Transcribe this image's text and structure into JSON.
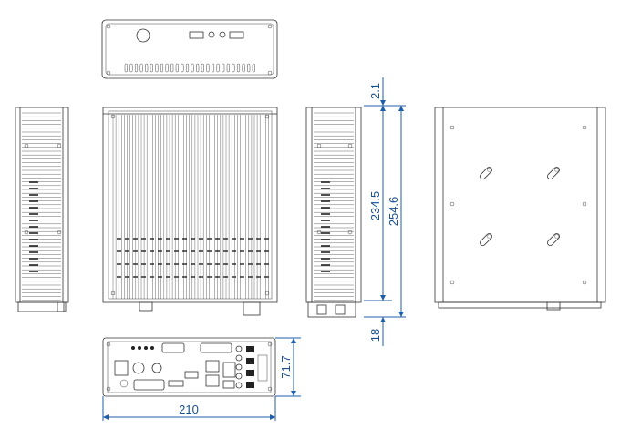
{
  "dimensions": {
    "top_gap": "2.1",
    "body_height": "234.5",
    "total_height": "254.6",
    "foot_height": "18",
    "rear_height": "71.7",
    "rear_width": "210"
  },
  "colors": {
    "dimension_line": "#1f5ea8",
    "dimension_text": "#1a4f8f",
    "outline": "#333333"
  }
}
